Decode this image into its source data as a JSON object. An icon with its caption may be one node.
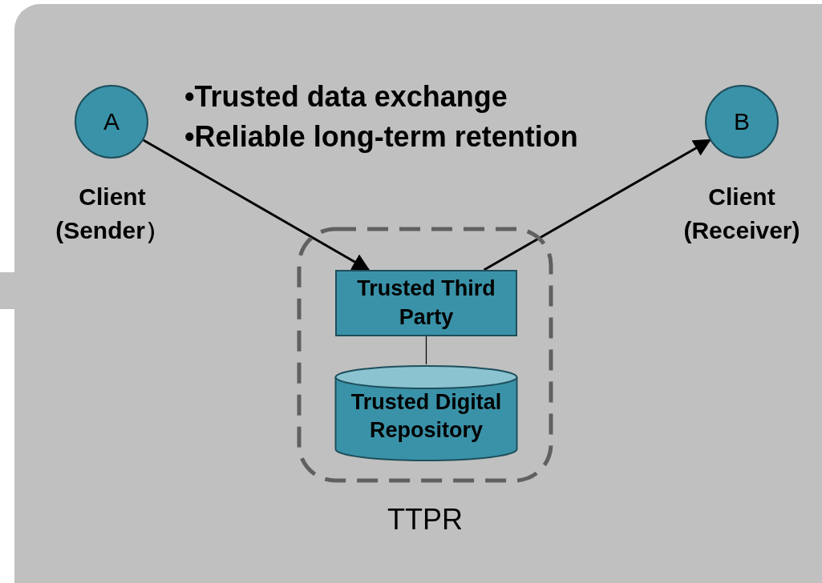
{
  "diagram": {
    "nodes": [
      {
        "text": [
          "A"
        ],
        "beside": [
          "Client (Sender）"
        ]
      },
      {
        "text": [
          "B"
        ],
        "beside": [
          "Client (Receiver)"
        ]
      },
      {
        "text": [
          "TTPR"
        ]
      },
      {
        "text": [
          "Trusted Third Party"
        ],
        "in": 2
      },
      {
        "text": [
          "Trusted Digital Repository"
        ],
        "in": 2
      }
    ],
    "edges": [
      {
        "from": 0,
        "to": 3,
        "arrow": "to"
      },
      {
        "from": 3,
        "to": 1,
        "arrow": "to"
      },
      {
        "from": 3,
        "to": 4,
        "arrow": "none"
      }
    ],
    "labels": [
      "•Trusted data exchange",
      "•Reliable long-term retention"
    ]
  }
}
